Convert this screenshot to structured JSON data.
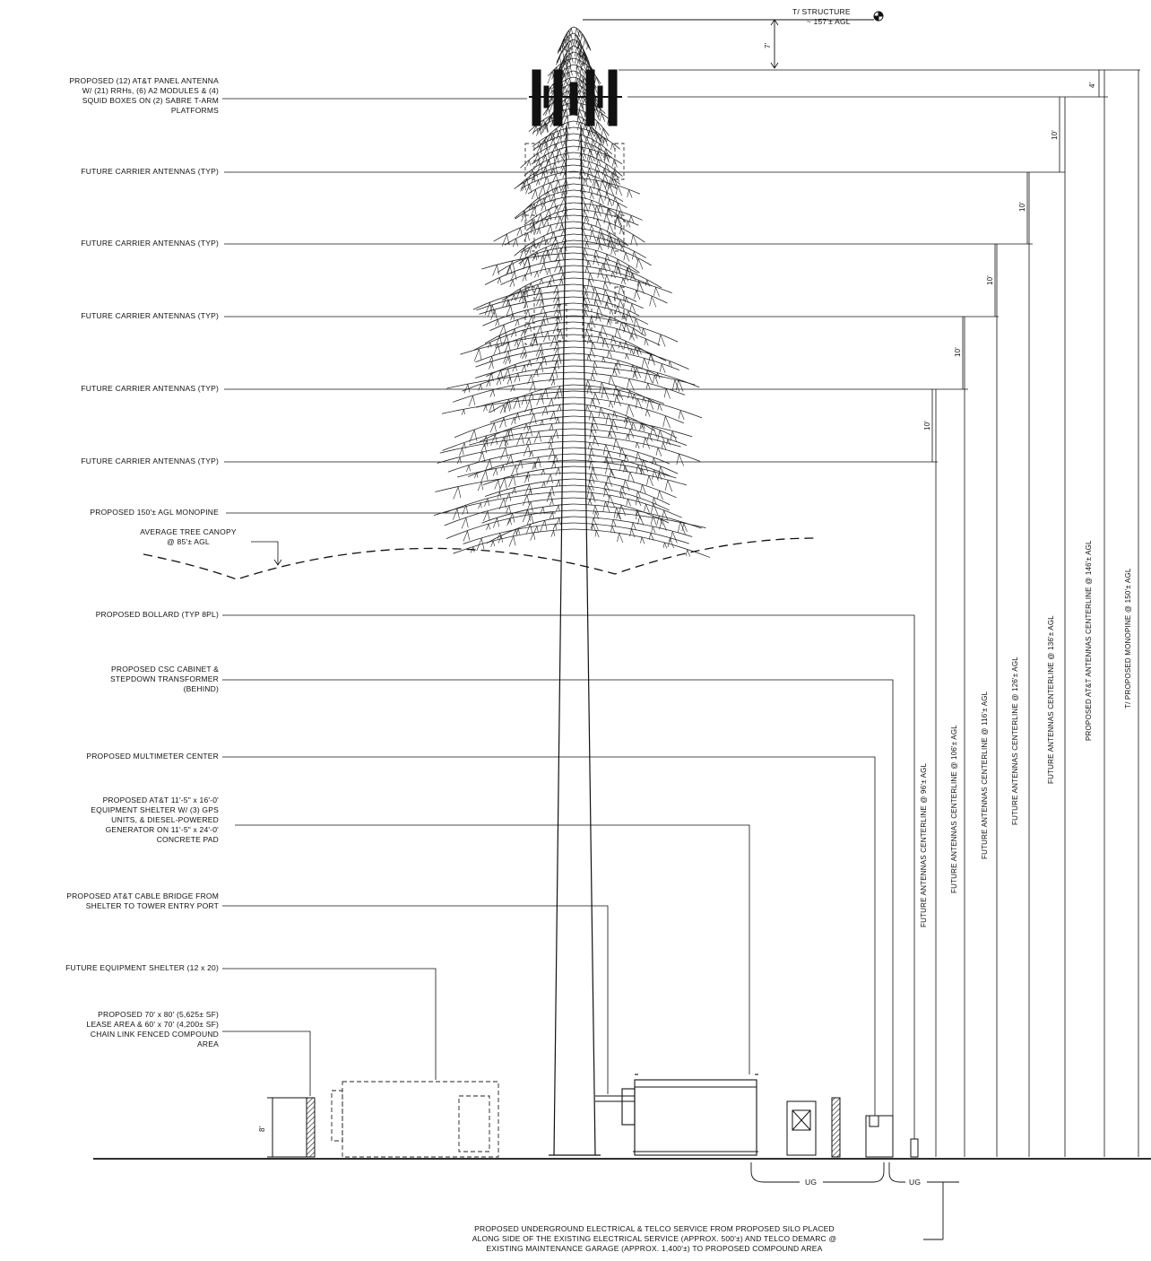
{
  "top_marker": {
    "line1": "T/ STRUCTURE",
    "line2": "~ 157'± AGL"
  },
  "left_callouts": {
    "att_antenna": [
      "PROPOSED (12) AT&T PANEL ANTENNA",
      "W/ (21) RRHs, (6) A2 MODULES & (4)",
      "SQUID BOXES ON (2) SABRE T-ARM",
      "PLATFORMS"
    ],
    "future_1": "FUTURE CARRIER ANTENNAS (TYP)",
    "future_2": "FUTURE CARRIER ANTENNAS (TYP)",
    "future_3": "FUTURE CARRIER ANTENNAS (TYP)",
    "future_4": "FUTURE CARRIER ANTENNAS (TYP)",
    "future_5": "FUTURE CARRIER ANTENNAS (TYP)",
    "monopine": "PROPOSED 150'± AGL MONOPINE",
    "canopy": [
      "AVERAGE TREE CANOPY",
      "@ 85'± AGL"
    ],
    "bollard": "PROPOSED BOLLARD (TYP 8PL)",
    "csc_cabinet": [
      "PROPOSED CSC CABINET &",
      "STEPDOWN TRANSFORMER",
      "(BEHIND)"
    ],
    "multimeter": "PROPOSED MULTIMETER CENTER",
    "shelter": [
      "PROPOSED AT&T 11'-5\" x 16'-0'",
      "EQUIPMENT SHELTER W/ (3) GPS",
      "UNITS, & DIESEL-POWERED",
      "GENERATOR ON 11'-5\" x 24'-0'",
      "CONCRETE PAD"
    ],
    "cable_bridge": [
      "PROPOSED AT&T CABLE BRIDGE FROM",
      "SHELTER TO TOWER ENTRY PORT"
    ],
    "future_shelter": "FUTURE EQUIPMENT SHELTER (12 x 20)",
    "lease_area": [
      "PROPOSED 70' x 80' (5,625± SF)",
      "LEASE AREA & 60' x 70' (4,200± SF)",
      "CHAIN LINK FENCED COMPOUND",
      "AREA"
    ]
  },
  "dimensions": {
    "d_top": "7'",
    "d_att": "4'",
    "d_10_a": "10'",
    "d_10_b": "10'",
    "d_10_c": "10'",
    "d_10_d": "10'",
    "d_10_e": "10'",
    "fence_height": "8'"
  },
  "elevation_labels": {
    "f96": "FUTURE ANTENNAS CENTERLINE @ 96'± AGL",
    "f106": "FUTURE ANTENNAS CENTERLINE @ 106'± AGL",
    "f116": "FUTURE ANTENNAS CENTERLINE @ 116'± AGL",
    "f126": "FUTURE ANTENNAS CENTERLINE @ 126'± AGL",
    "f136": "FUTURE ANTENNAS CENTERLINE @ 136'± AGL",
    "att146": "PROPOSED AT&T ANTENNAS CENTERLINE @ 146'± AGL",
    "mono150": "T/ PROPOSED MONOPINE @ 150'± AGL"
  },
  "ground": {
    "ug_1": "UG",
    "ug_2": "UG",
    "service_note": [
      "PROPOSED UNDERGROUND ELECTRICAL & TELCO SERVICE FROM PROPOSED SILO PLACED",
      "ALONG SIDE OF THE EXISTING ELECTRICAL SERVICE (APPROX. 500'±) AND TELCO DEMARC @",
      "EXISTING MAINTENANCE GARAGE (APPROX. 1,400'±) TO PROPOSED COMPOUND AREA"
    ]
  },
  "colors": {
    "ink": "#111111",
    "paper": "#ffffff"
  }
}
